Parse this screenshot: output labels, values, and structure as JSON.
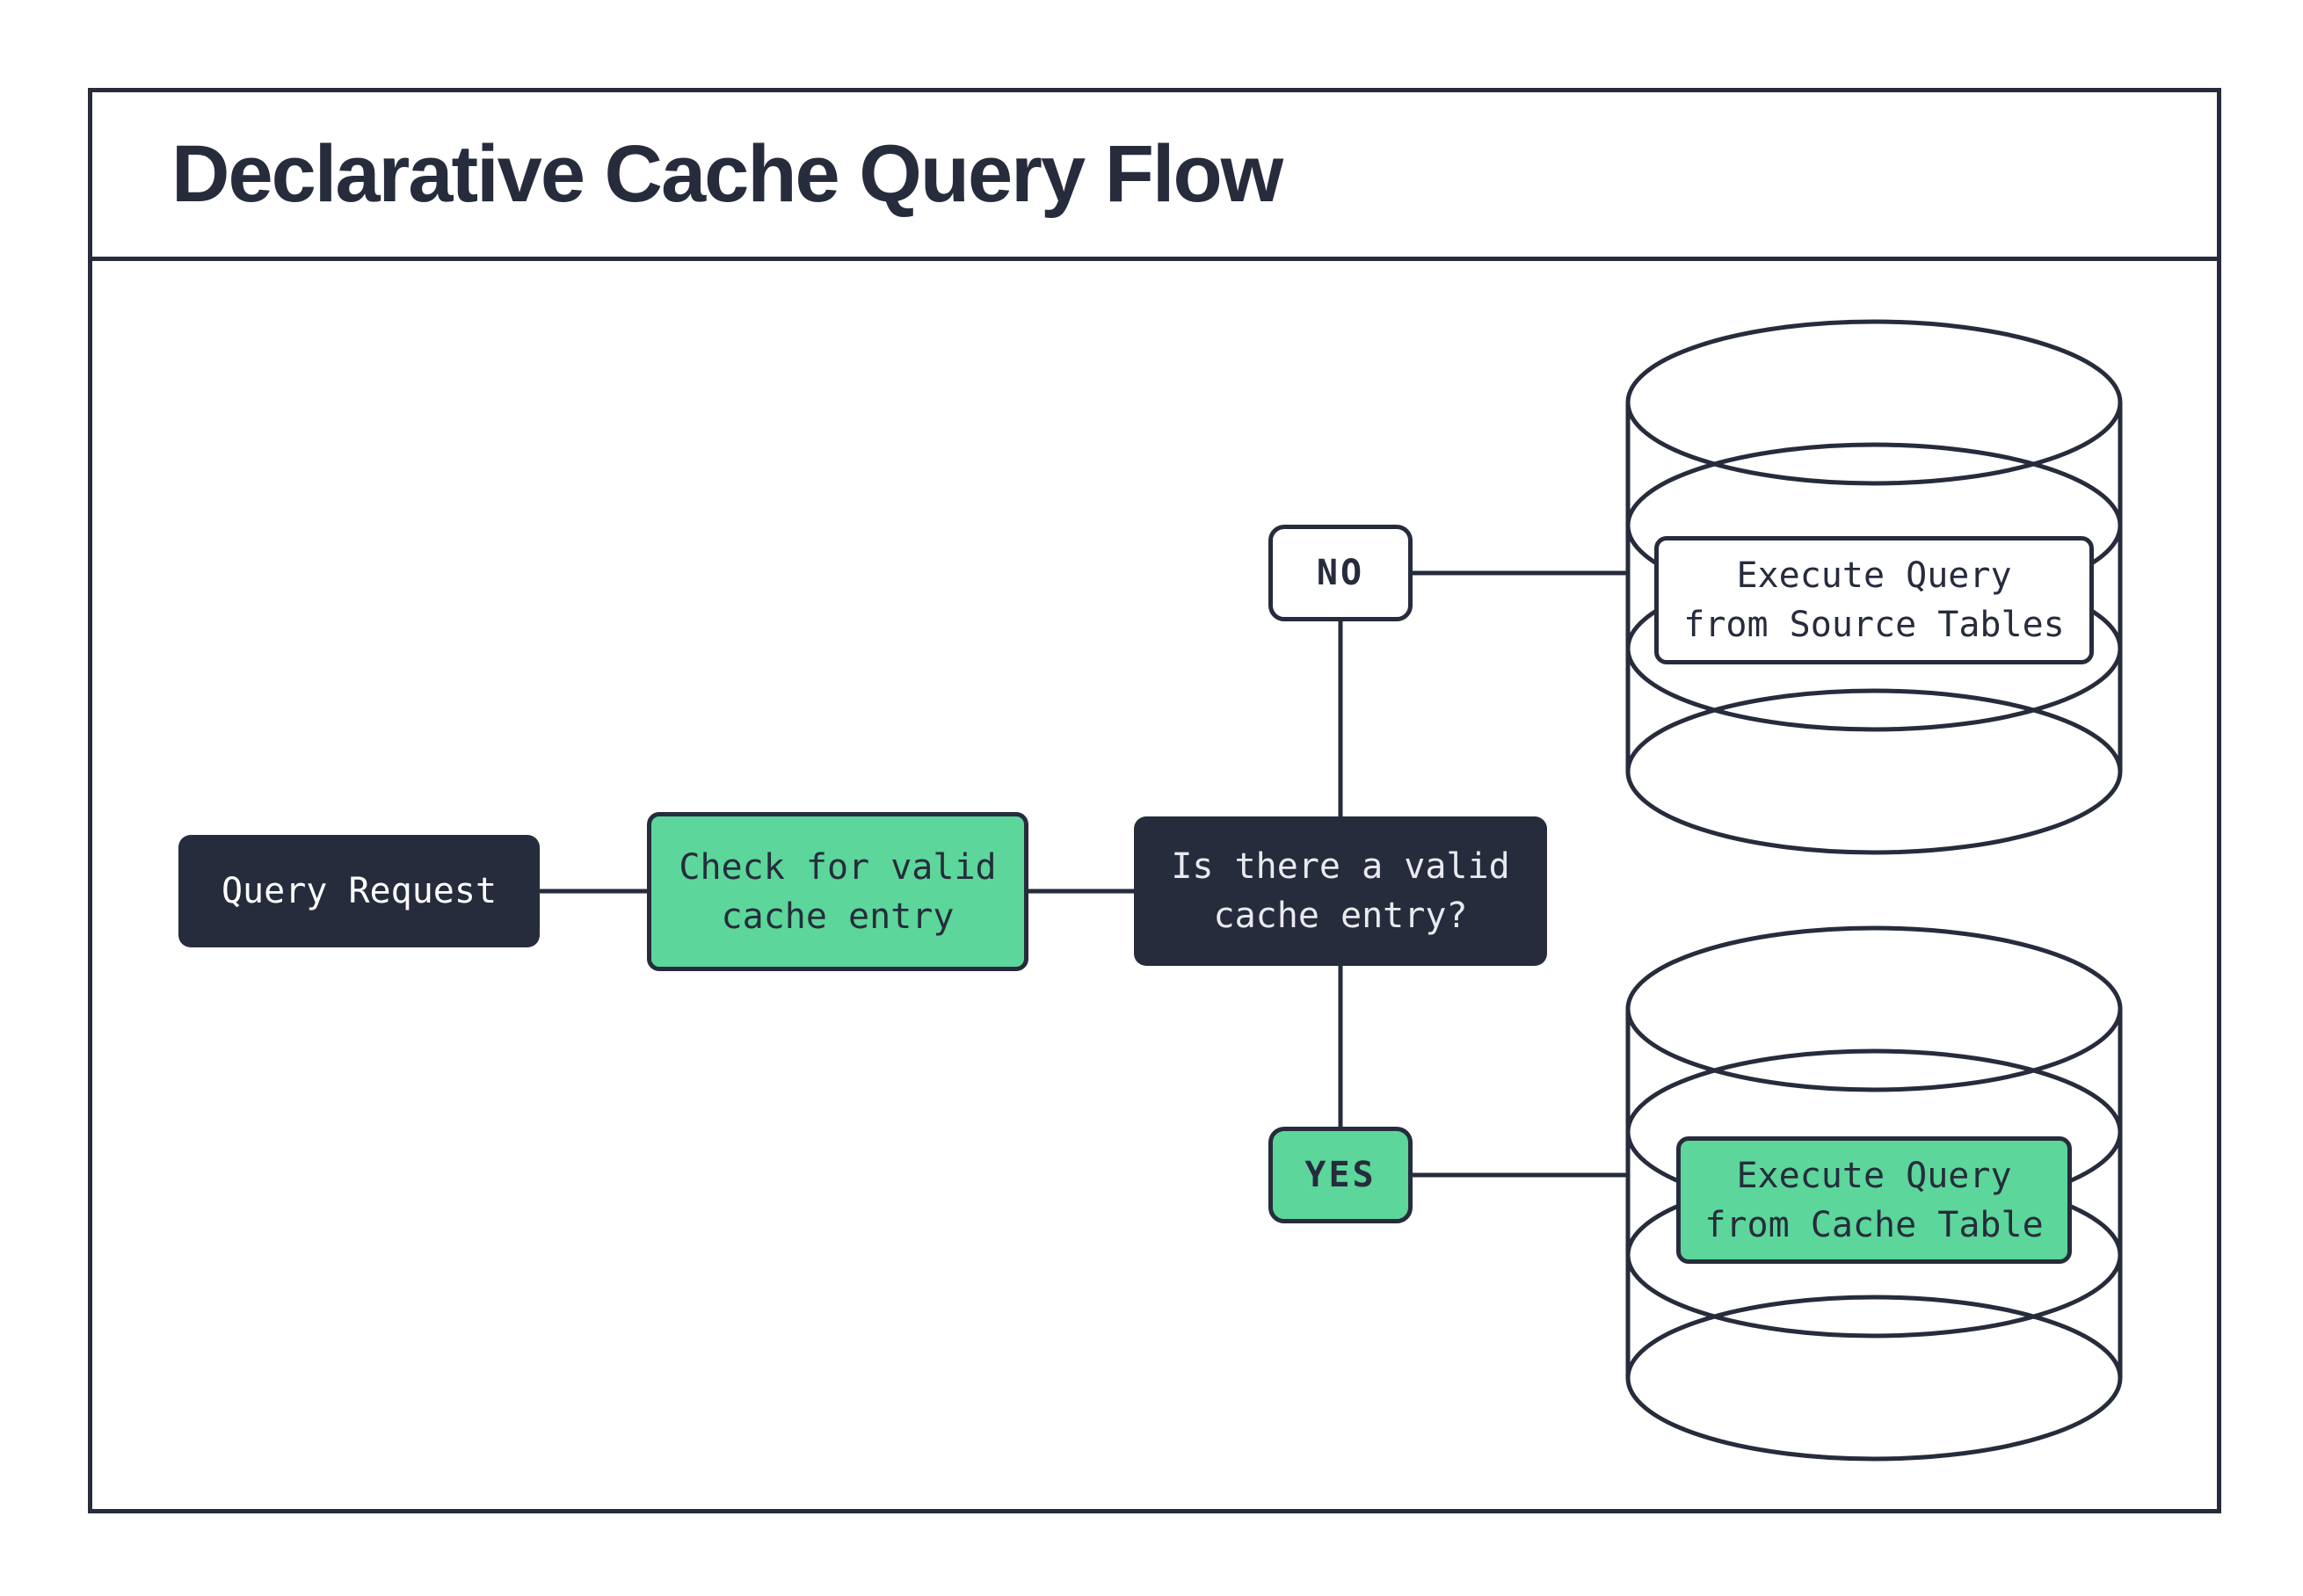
{
  "title": "Declarative Cache Query Flow",
  "colors": {
    "outline_dark_navy": "#262c3c",
    "accent_green": "#5cd69a",
    "background_white": "#ffffff",
    "dark_box_text": "#e9eaee"
  },
  "nodes": {
    "query_request": {
      "label": "Query Request"
    },
    "check_cache": {
      "label": "Check for valid\ncache entry"
    },
    "decision": {
      "label": "Is there a valid\ncache entry?"
    },
    "branch_no": {
      "label": "NO"
    },
    "branch_yes": {
      "label": "YES"
    },
    "source_db_action": {
      "label": "Execute Query\nfrom Source Tables"
    },
    "cache_db_action": {
      "label": "Execute Query\nfrom Cache Table"
    }
  }
}
